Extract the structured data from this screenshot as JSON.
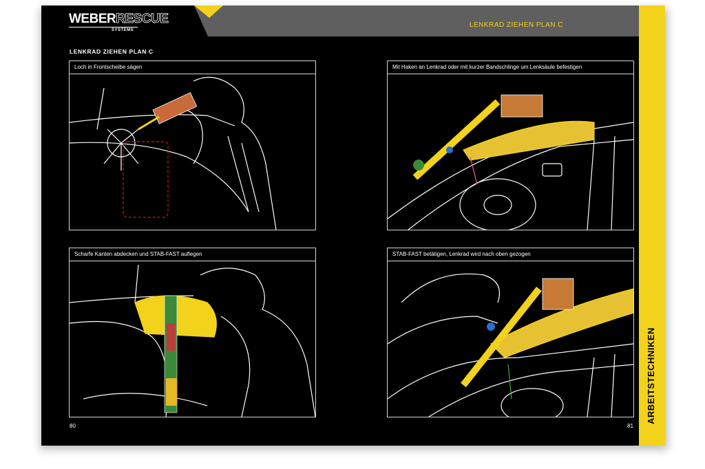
{
  "header": {
    "logo_weber": "WEBER",
    "logo_rescue": "RESCUE",
    "logo_systems": "SYSTEMS",
    "running_title": "LENKRAD ZIEHEN PLAN C"
  },
  "section_title": "LENKRAD ZIEHEN PLAN C",
  "panels": [
    {
      "caption": "Loch in Frontscheibe sägen"
    },
    {
      "caption": "Mit Haken an Lenkrad oder mit kurzer Bandschlinge um Lenksäule befestigen"
    },
    {
      "caption": "Scharfe Kanten abdecken und STAB-FAST auflegen"
    },
    {
      "caption": "STAB-FAST betätigen, Lenkrad wird nach oben gezogen"
    }
  ],
  "side_tab": "ARBEITSTECHNIKEN",
  "page_numbers": {
    "left": "80",
    "right": "81"
  },
  "colors": {
    "accent": "#f2d21a",
    "background": "#000000",
    "band": "#5f5f5f",
    "line": "#ffffff"
  }
}
